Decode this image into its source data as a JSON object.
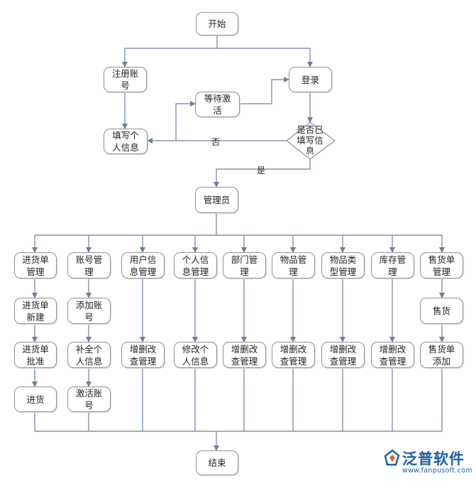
{
  "nodes": {
    "start": "开始",
    "register": "注册账\n号",
    "fill_info": "填写个\n人信息",
    "wait_activate": "等待激\n活",
    "login": "登录",
    "decision": "是否已\n填写信\n息",
    "admin": "管理员",
    "stock_in_mgmt": "进货单\n管理",
    "account_mgmt": "账号管\n理",
    "user_info_mgmt": "用户信\n息管理",
    "personal_info_mgmt": "个人信\n息管理",
    "dept_mgmt": "部门管\n理",
    "item_mgmt": "物品管\n理",
    "item_type_mgmt": "物品类\n型管理",
    "inventory_mgmt": "库存管\n理",
    "sales_mgmt": "售货单\n管理",
    "stock_in_new": "进货单\n新建",
    "add_account": "添加账\n号",
    "sell": "售货",
    "stock_in_approve": "进货单\n批准",
    "complete_info": "补全个\n人信息",
    "crud_user": "增删改\n查管理",
    "modify_personal": "修改个\n人信息",
    "crud_dept": "增删改\n查管理",
    "crud_item": "增删改\n查管理",
    "crud_item_type": "增删改\n查管理",
    "crud_inventory": "增删改\n查管理",
    "add_sales": "售货单\n添加",
    "stock_in": "进货",
    "activate_account": "激活账\n号",
    "end": "结束"
  },
  "edge_labels": {
    "no": "否",
    "yes": "是"
  },
  "logo": {
    "brand": "泛普软件",
    "url": "www.fanpusoft.com"
  },
  "colors": {
    "line": "#6f7ea0",
    "border": "#8f9297",
    "brand": "#1a5fa8"
  }
}
